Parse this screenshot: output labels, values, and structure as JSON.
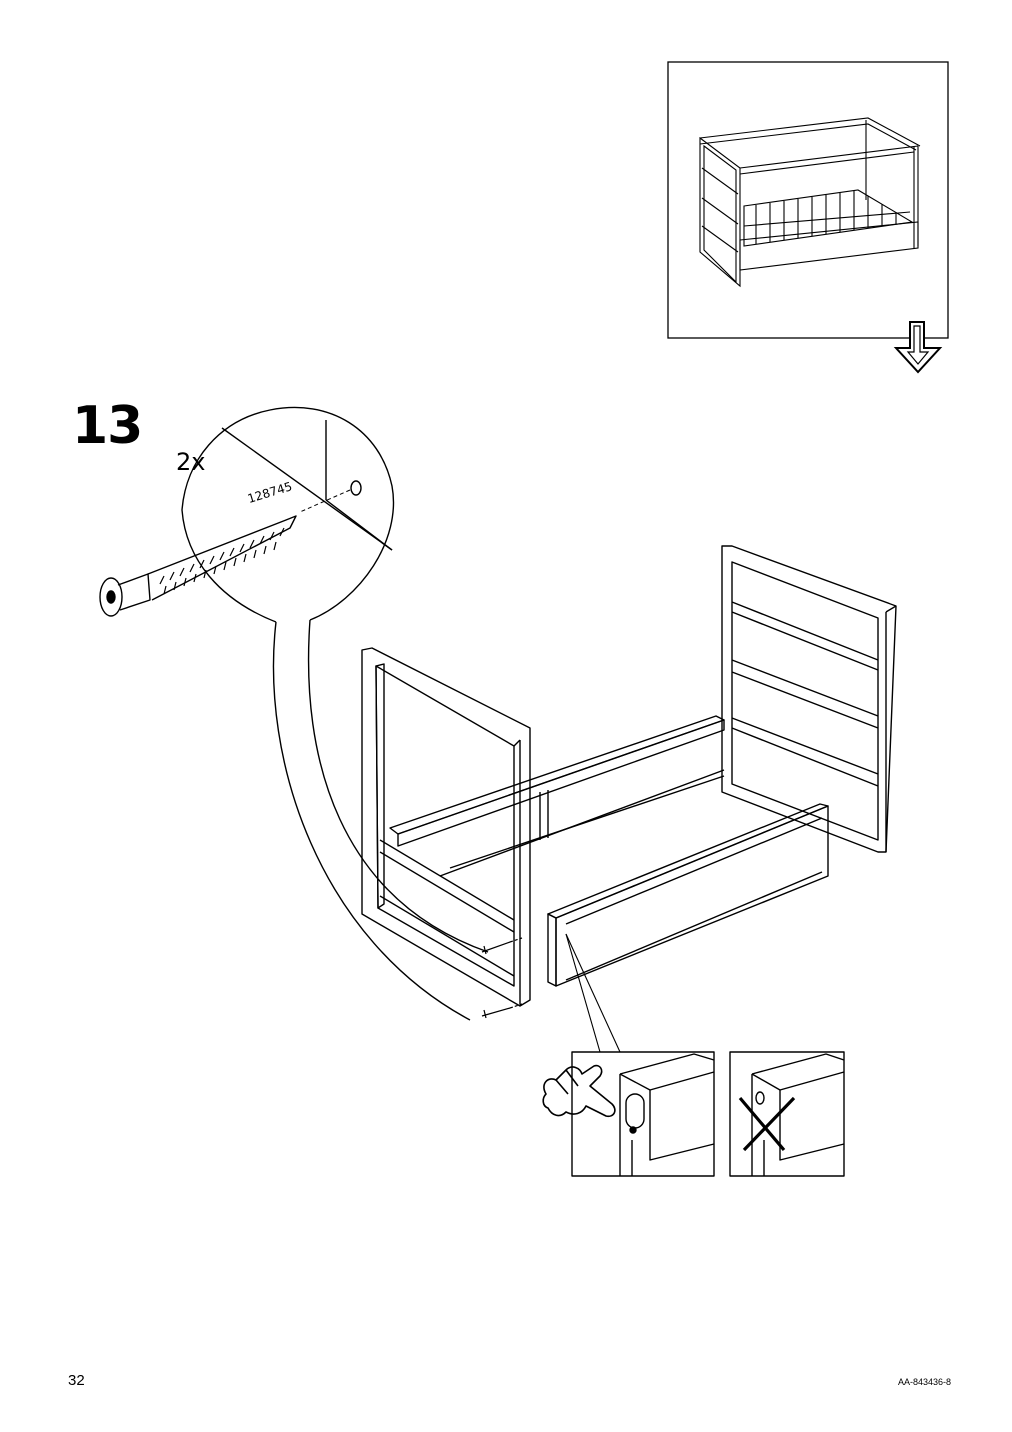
{
  "step": {
    "number": "13",
    "quantity": "2x",
    "part_number": "128745"
  },
  "footer": {
    "page_number": "32",
    "document_code": "AA-843436-8"
  },
  "icons": {
    "preview": "bed-frame-preview-icon",
    "arrow": "next-page-arrow-icon",
    "screw": "screw-icon",
    "correct": "hand-press-icon",
    "wrong": "cross-icon"
  },
  "colors": {
    "line": "#000000",
    "background": "#ffffff"
  }
}
